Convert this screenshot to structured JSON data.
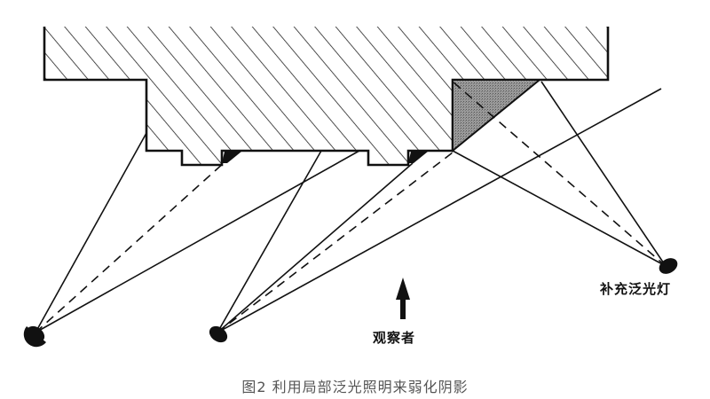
{
  "figure": {
    "caption": "图2 利用局部泛光照明来弱化阴影",
    "labels": {
      "fill_light": "补充泛光灯",
      "observer": "观察者"
    }
  },
  "colors": {
    "line": "#111111",
    "hatch": "#222222",
    "shade": "#8a8a8a",
    "caption": "#555555",
    "background": "#ffffff"
  },
  "icons": {
    "light_fixture": "semicircle-lamp-icon",
    "observer_arrow": "up-arrow-icon"
  }
}
